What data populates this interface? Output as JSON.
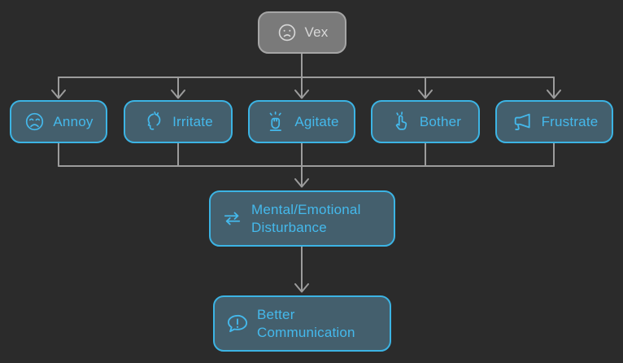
{
  "canvas": {
    "background_color": "#2b2b2b",
    "connector_color": "#9c9c9c"
  },
  "colors": {
    "accent_node_fill": "#445f6d",
    "accent_node_border": "#3cb4e4",
    "accent_node_text": "#44b9ec",
    "root_node_fill": "#7a7a7a",
    "root_node_border": "#a6a6a6",
    "root_node_text": "#d8d8d8"
  },
  "diagram": {
    "root": {
      "label": "Vex",
      "icon": "confused-face-icon"
    },
    "synonyms": [
      {
        "label": "Annoy",
        "icon": "annoyed-face-icon"
      },
      {
        "label": "Irritate",
        "icon": "irritated-head-icon"
      },
      {
        "label": "Agitate",
        "icon": "raised-fist-icon"
      },
      {
        "label": "Bother",
        "icon": "pointing-hand-icon"
      },
      {
        "label": "Frustrate",
        "icon": "megaphone-icon"
      }
    ],
    "meaning": {
      "label": "Mental/Emotional Disturbance",
      "icon": "exchange-arrows-icon"
    },
    "outcome": {
      "label": "Better Communication",
      "icon": "speech-bubble-icon"
    },
    "edges": [
      {
        "from": "Vex",
        "to": "Annoy"
      },
      {
        "from": "Vex",
        "to": "Irritate"
      },
      {
        "from": "Vex",
        "to": "Agitate"
      },
      {
        "from": "Vex",
        "to": "Bother"
      },
      {
        "from": "Vex",
        "to": "Frustrate"
      },
      {
        "from": "Annoy",
        "to": "Mental/Emotional Disturbance"
      },
      {
        "from": "Irritate",
        "to": "Mental/Emotional Disturbance"
      },
      {
        "from": "Agitate",
        "to": "Mental/Emotional Disturbance"
      },
      {
        "from": "Bother",
        "to": "Mental/Emotional Disturbance"
      },
      {
        "from": "Frustrate",
        "to": "Mental/Emotional Disturbance"
      },
      {
        "from": "Mental/Emotional Disturbance",
        "to": "Better Communication"
      }
    ]
  }
}
